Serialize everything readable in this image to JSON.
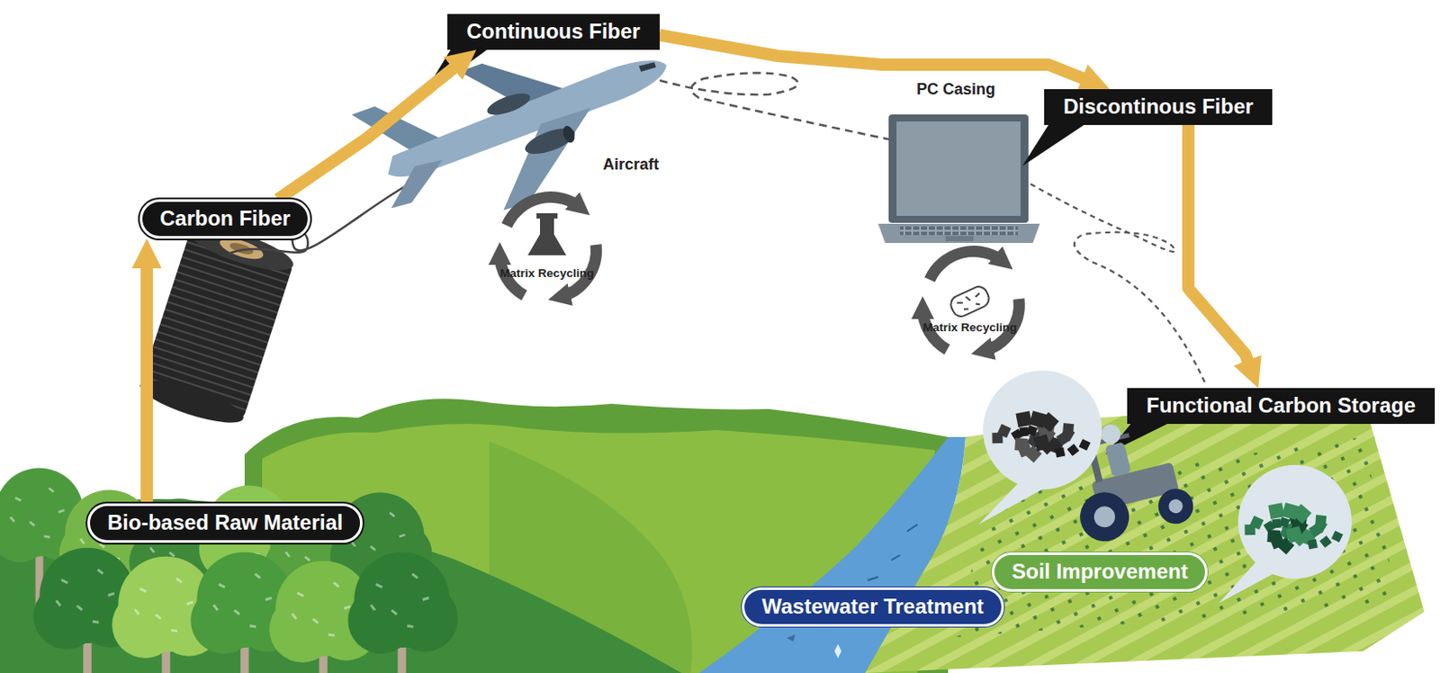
{
  "diagram": {
    "nodes": [
      {
        "text": [
          "Bio-based Raw Material"
        ]
      },
      {
        "text": [
          "Carbon Fiber"
        ]
      },
      {
        "text": [
          "Continuous Fiber"
        ]
      },
      {
        "text": [
          "Discontinous Fiber"
        ]
      },
      {
        "text": [
          "Functional Carbon Storage"
        ]
      },
      {
        "text": [
          "Wastewater Treatment"
        ]
      },
      {
        "text": [
          "Soil Improvement"
        ]
      }
    ],
    "edges": [
      {
        "from": 0,
        "to": 1,
        "arrow": "to"
      },
      {
        "from": 1,
        "to": 2,
        "arrow": "to"
      },
      {
        "from": 2,
        "to": 3,
        "arrow": "to"
      },
      {
        "from": 3,
        "to": 4,
        "arrow": "to"
      }
    ],
    "labels": [
      "Aircraft",
      "PC Casing",
      "Matrix Recycling",
      "Matrix Recycling"
    ]
  }
}
